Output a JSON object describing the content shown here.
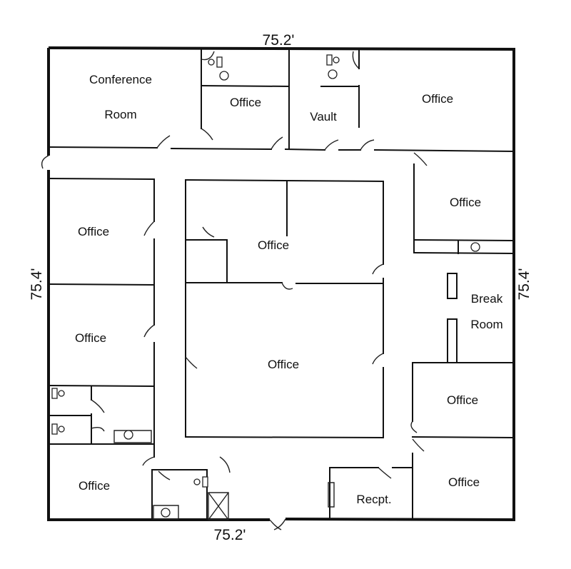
{
  "dimensions": {
    "top": "75.2'",
    "bottom": "75.2'",
    "left": "75.4'",
    "right": "75.4'"
  },
  "rooms": {
    "conference_line1": "Conference",
    "conference_line2": "Room",
    "office_top_small": "Office",
    "vault": "Vault",
    "office_top_right": "Office",
    "office_right_upper": "Office",
    "office_left_upper": "Office",
    "office_center_upper": "Office",
    "office_left_middle": "Office",
    "office_center_large": "Office",
    "break_line1": "Break",
    "break_line2": "Room",
    "office_right_middle": "Office",
    "office_left_bottom": "Office",
    "office_right_bottom": "Office",
    "reception": "Recpt."
  }
}
